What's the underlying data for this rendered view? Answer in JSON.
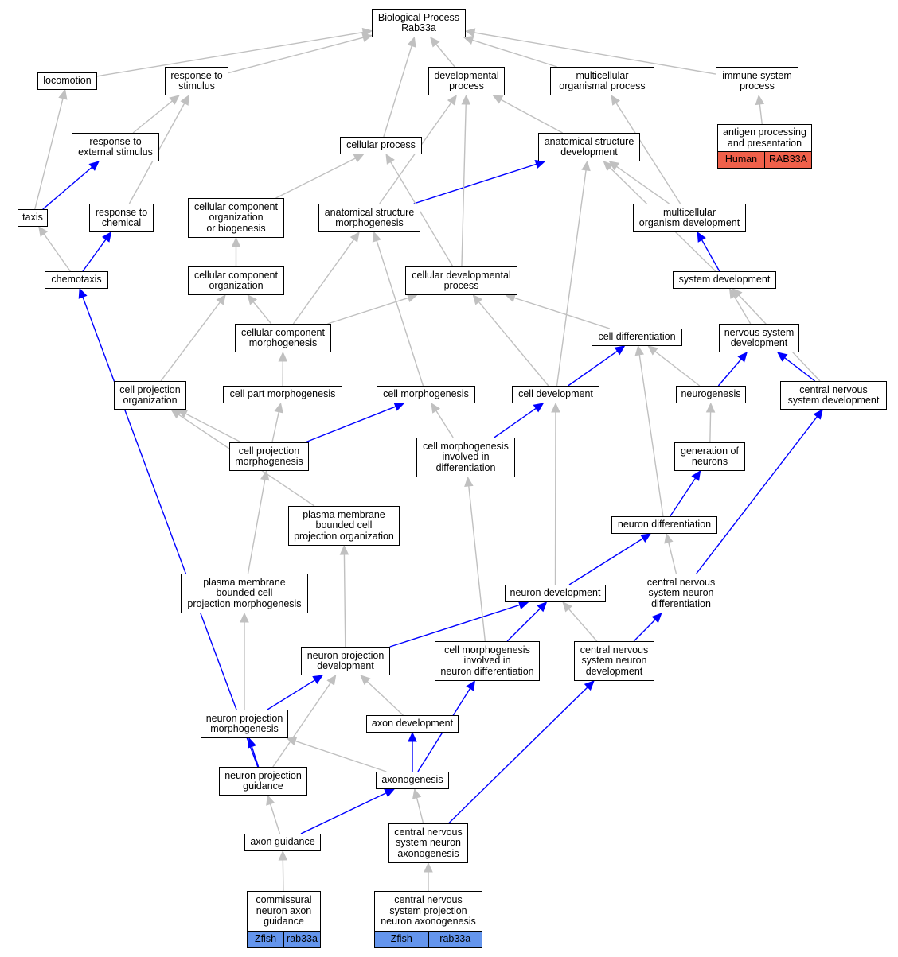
{
  "colors": {
    "enriched_edge": "#0000ff",
    "plain_edge": "#c0c0c0",
    "human_tag": "#f0604a",
    "zfish_tag": "#6495ed"
  },
  "nodes": {
    "bp": [
      "Biological Process",
      "Rab33a"
    ],
    "locomotion": [
      "locomotion"
    ],
    "resp_stim": [
      "response to",
      "stimulus"
    ],
    "dev_proc": [
      "developmental",
      "process"
    ],
    "multi_org": [
      "multicellular",
      "organismal process"
    ],
    "immune": [
      "immune system",
      "process"
    ],
    "antigen": [
      "antigen processing",
      "and presentation"
    ],
    "resp_ext": [
      "response to",
      "external stimulus"
    ],
    "cell_proc": [
      "cellular process"
    ],
    "anat_dev": [
      "anatomical structure",
      "development"
    ],
    "taxis": [
      "taxis"
    ],
    "resp_chem": [
      "response to",
      "chemical"
    ],
    "cc_org_bio": [
      "cellular component",
      "organization",
      "or biogenesis"
    ],
    "anat_morph": [
      "anatomical structure",
      "morphogenesis"
    ],
    "multi_dev": [
      "multicellular",
      "organism development"
    ],
    "chemotaxis": [
      "chemotaxis"
    ],
    "cc_org": [
      "cellular component",
      "organization"
    ],
    "cell_dev_proc": [
      "cellular developmental",
      "process"
    ],
    "sys_dev": [
      "system development"
    ],
    "cc_morph": [
      "cellular component",
      "morphogenesis"
    ],
    "cell_diff": [
      "cell differentiation"
    ],
    "ns_dev": [
      "nervous system",
      "development"
    ],
    "cell_proj_org": [
      "cell projection",
      "organization"
    ],
    "cell_part_morph": [
      "cell part morphogenesis"
    ],
    "cell_morph": [
      "cell morphogenesis"
    ],
    "cell_dev": [
      "cell development"
    ],
    "neurogenesis": [
      "neurogenesis"
    ],
    "cns_dev": [
      "central nervous",
      "system development"
    ],
    "cell_proj_morph": [
      "cell projection",
      "morphogenesis"
    ],
    "cell_morph_diff": [
      "cell morphogenesis",
      "involved in",
      "differentiation"
    ],
    "gen_neurons": [
      "generation of",
      "neurons"
    ],
    "pm_proj_org": [
      "plasma membrane",
      "bounded cell",
      "projection organization"
    ],
    "neuron_diff": [
      "neuron differentiation"
    ],
    "pm_proj_morph": [
      "plasma membrane",
      "bounded cell",
      "projection morphogenesis"
    ],
    "neuron_dev": [
      "neuron development"
    ],
    "cns_neuron_diff": [
      "central nervous",
      "system neuron",
      "differentiation"
    ],
    "np_dev": [
      "neuron projection",
      "development"
    ],
    "cm_neuron_diff": [
      "cell morphogenesis",
      "involved in",
      "neuron differentiation"
    ],
    "cns_neuron_dev": [
      "central nervous",
      "system neuron",
      "development"
    ],
    "np_morph": [
      "neuron projection",
      "morphogenesis"
    ],
    "axon_dev": [
      "axon development"
    ],
    "np_guid": [
      "neuron projection",
      "guidance"
    ],
    "axonogenesis": [
      "axonogenesis"
    ],
    "cns_axono": [
      "central nervous",
      "system neuron",
      "axonogenesis"
    ],
    "axon_guid": [
      "axon guidance"
    ],
    "comm_guid": [
      "commissural",
      "neuron axon",
      "guidance"
    ],
    "cns_proj_axono": [
      "central nervous",
      "system projection",
      "neuron axonogenesis"
    ]
  },
  "tags": {
    "antigen": [
      "Human",
      "RAB33A"
    ],
    "comm_guid": [
      "Zfish",
      "rab33a"
    ],
    "cns_proj_axono": [
      "Zfish",
      "rab33a"
    ]
  },
  "edges": [
    [
      "locomotion",
      "bp",
      0
    ],
    [
      "resp_stim",
      "bp",
      0
    ],
    [
      "dev_proc",
      "bp",
      0
    ],
    [
      "multi_org",
      "bp",
      0
    ],
    [
      "immune",
      "bp",
      0
    ],
    [
      "cell_proc",
      "bp",
      0
    ],
    [
      "antigen",
      "immune",
      0
    ],
    [
      "resp_ext",
      "resp_stim",
      0
    ],
    [
      "resp_chem",
      "resp_stim",
      0
    ],
    [
      "taxis",
      "locomotion",
      0
    ],
    [
      "taxis",
      "resp_ext",
      1
    ],
    [
      "chemotaxis",
      "taxis",
      0
    ],
    [
      "chemotaxis",
      "resp_chem",
      1
    ],
    [
      "anat_dev",
      "dev_proc",
      0
    ],
    [
      "multi_dev",
      "multi_org",
      0
    ],
    [
      "multi_dev",
      "anat_dev",
      0
    ],
    [
      "anat_morph",
      "anat_dev",
      1
    ],
    [
      "anat_morph",
      "dev_proc",
      0
    ],
    [
      "cc_org_bio",
      "cell_proc",
      0
    ],
    [
      "cell_dev_proc",
      "dev_proc",
      0
    ],
    [
      "cell_dev_proc",
      "cell_proc",
      0
    ],
    [
      "sys_dev",
      "multi_dev",
      1
    ],
    [
      "sys_dev",
      "anat_dev",
      0
    ],
    [
      "cc_org",
      "cc_org_bio",
      0
    ],
    [
      "cc_morph",
      "cc_org",
      0
    ],
    [
      "cc_morph",
      "anat_morph",
      0
    ],
    [
      "cc_morph",
      "cell_dev_proc",
      0
    ],
    [
      "cell_diff",
      "cell_dev_proc",
      0
    ],
    [
      "ns_dev",
      "sys_dev",
      0
    ],
    [
      "cell_proj_org",
      "cc_org",
      0
    ],
    [
      "cell_part_morph",
      "cc_morph",
      0
    ],
    [
      "cell_morph",
      "anat_morph",
      0
    ],
    [
      "cell_dev",
      "cell_diff",
      1
    ],
    [
      "cell_dev",
      "cell_dev_proc",
      0
    ],
    [
      "cell_dev",
      "anat_dev",
      0
    ],
    [
      "neurogenesis",
      "ns_dev",
      1
    ],
    [
      "neurogenesis",
      "cell_diff",
      0
    ],
    [
      "cns_dev",
      "ns_dev",
      1
    ],
    [
      "cns_dev",
      "sys_dev",
      0
    ],
    [
      "cell_proj_morph",
      "cell_morph",
      1
    ],
    [
      "cell_proj_morph",
      "cell_part_morph",
      0
    ],
    [
      "cell_proj_morph",
      "cell_proj_org",
      0
    ],
    [
      "cell_morph_diff",
      "cell_dev",
      1
    ],
    [
      "cell_morph_diff",
      "cell_morph",
      0
    ],
    [
      "gen_neurons",
      "neurogenesis",
      0
    ],
    [
      "pm_proj_org",
      "cell_proj_org",
      0
    ],
    [
      "neuron_diff",
      "gen_neurons",
      1
    ],
    [
      "neuron_diff",
      "cell_diff",
      0
    ],
    [
      "pm_proj_morph",
      "cell_proj_morph",
      0
    ],
    [
      "neuron_dev",
      "neuron_diff",
      1
    ],
    [
      "neuron_dev",
      "cell_dev",
      0
    ],
    [
      "cns_neuron_diff",
      "neuron_diff",
      0
    ],
    [
      "cns_neuron_diff",
      "cns_dev",
      1
    ],
    [
      "np_dev",
      "neuron_dev",
      1
    ],
    [
      "np_dev",
      "pm_proj_org",
      0
    ],
    [
      "cm_neuron_diff",
      "neuron_dev",
      1
    ],
    [
      "cm_neuron_diff",
      "cell_morph_diff",
      0
    ],
    [
      "cns_neuron_dev",
      "cns_neuron_diff",
      1
    ],
    [
      "cns_neuron_dev",
      "neuron_dev",
      0
    ],
    [
      "np_morph",
      "np_dev",
      1
    ],
    [
      "np_morph",
      "pm_proj_morph",
      0
    ],
    [
      "axon_dev",
      "np_dev",
      0
    ],
    [
      "np_guid",
      "np_morph",
      1
    ],
    [
      "np_guid",
      "chemotaxis",
      1
    ],
    [
      "np_guid",
      "np_dev",
      0
    ],
    [
      "axonogenesis",
      "axon_dev",
      1
    ],
    [
      "axonogenesis",
      "cm_neuron_diff",
      1
    ],
    [
      "axonogenesis",
      "np_morph",
      0
    ],
    [
      "cns_axono",
      "axonogenesis",
      0
    ],
    [
      "cns_axono",
      "cns_neuron_dev",
      1
    ],
    [
      "axon_guid",
      "axonogenesis",
      1
    ],
    [
      "axon_guid",
      "np_guid",
      0
    ],
    [
      "comm_guid",
      "axon_guid",
      0
    ],
    [
      "cns_proj_axono",
      "cns_axono",
      0
    ]
  ]
}
